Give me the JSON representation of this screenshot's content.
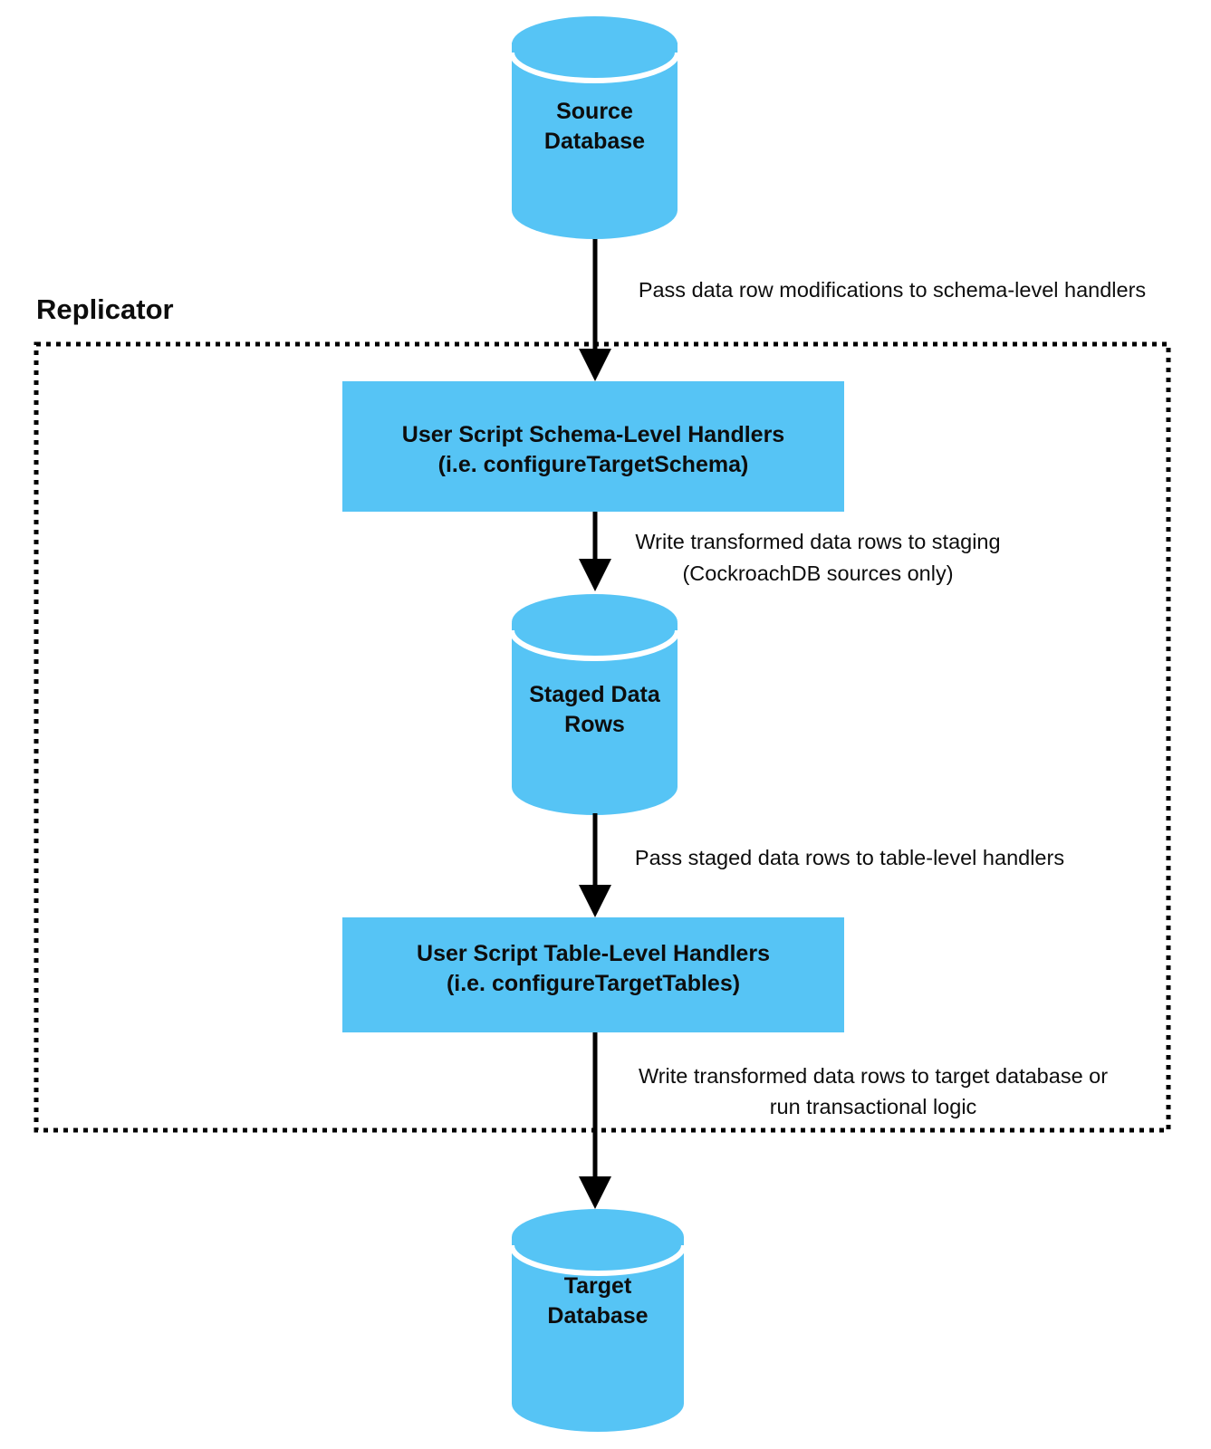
{
  "diagram": {
    "title": "Replicator data flow",
    "colors": {
      "node_fill": "#56c4f5",
      "stroke": "#000000",
      "background": "#ffffff",
      "text": "#0d0d0d"
    },
    "group": {
      "label": "Replicator",
      "border_style": "dotted"
    },
    "nodes": [
      {
        "id": "source-database",
        "shape": "cylinder",
        "lines": [
          "Source",
          "Database"
        ]
      },
      {
        "id": "schema-level-handlers",
        "shape": "rectangle",
        "lines": [
          "User Script Schema-Level Handlers",
          "(i.e. configureTargetSchema)"
        ]
      },
      {
        "id": "staged-data-rows",
        "shape": "cylinder",
        "lines": [
          "Staged Data",
          "Rows"
        ]
      },
      {
        "id": "table-level-handlers",
        "shape": "rectangle",
        "lines": [
          "User Script Table-Level Handlers",
          "(i.e. configureTargetTables)"
        ]
      },
      {
        "id": "target-database",
        "shape": "cylinder",
        "lines": [
          "Target",
          "Database"
        ]
      }
    ],
    "edges": [
      {
        "id": "source-to-schema-handlers",
        "from": "source-database",
        "to": "schema-level-handlers",
        "lines": [
          "Pass data row modifications to schema-level handlers"
        ]
      },
      {
        "id": "schema-handlers-to-staging",
        "from": "schema-level-handlers",
        "to": "staged-data-rows",
        "lines": [
          "Write transformed data rows to staging",
          "(CockroachDB sources only)"
        ]
      },
      {
        "id": "staging-to-table-handlers",
        "from": "staged-data-rows",
        "to": "table-level-handlers",
        "lines": [
          "Pass staged data rows to table-level handlers"
        ]
      },
      {
        "id": "table-handlers-to-target",
        "from": "table-level-handlers",
        "to": "target-database",
        "lines": [
          "Write transformed data rows to target database or",
          "run transactional logic"
        ]
      }
    ]
  }
}
